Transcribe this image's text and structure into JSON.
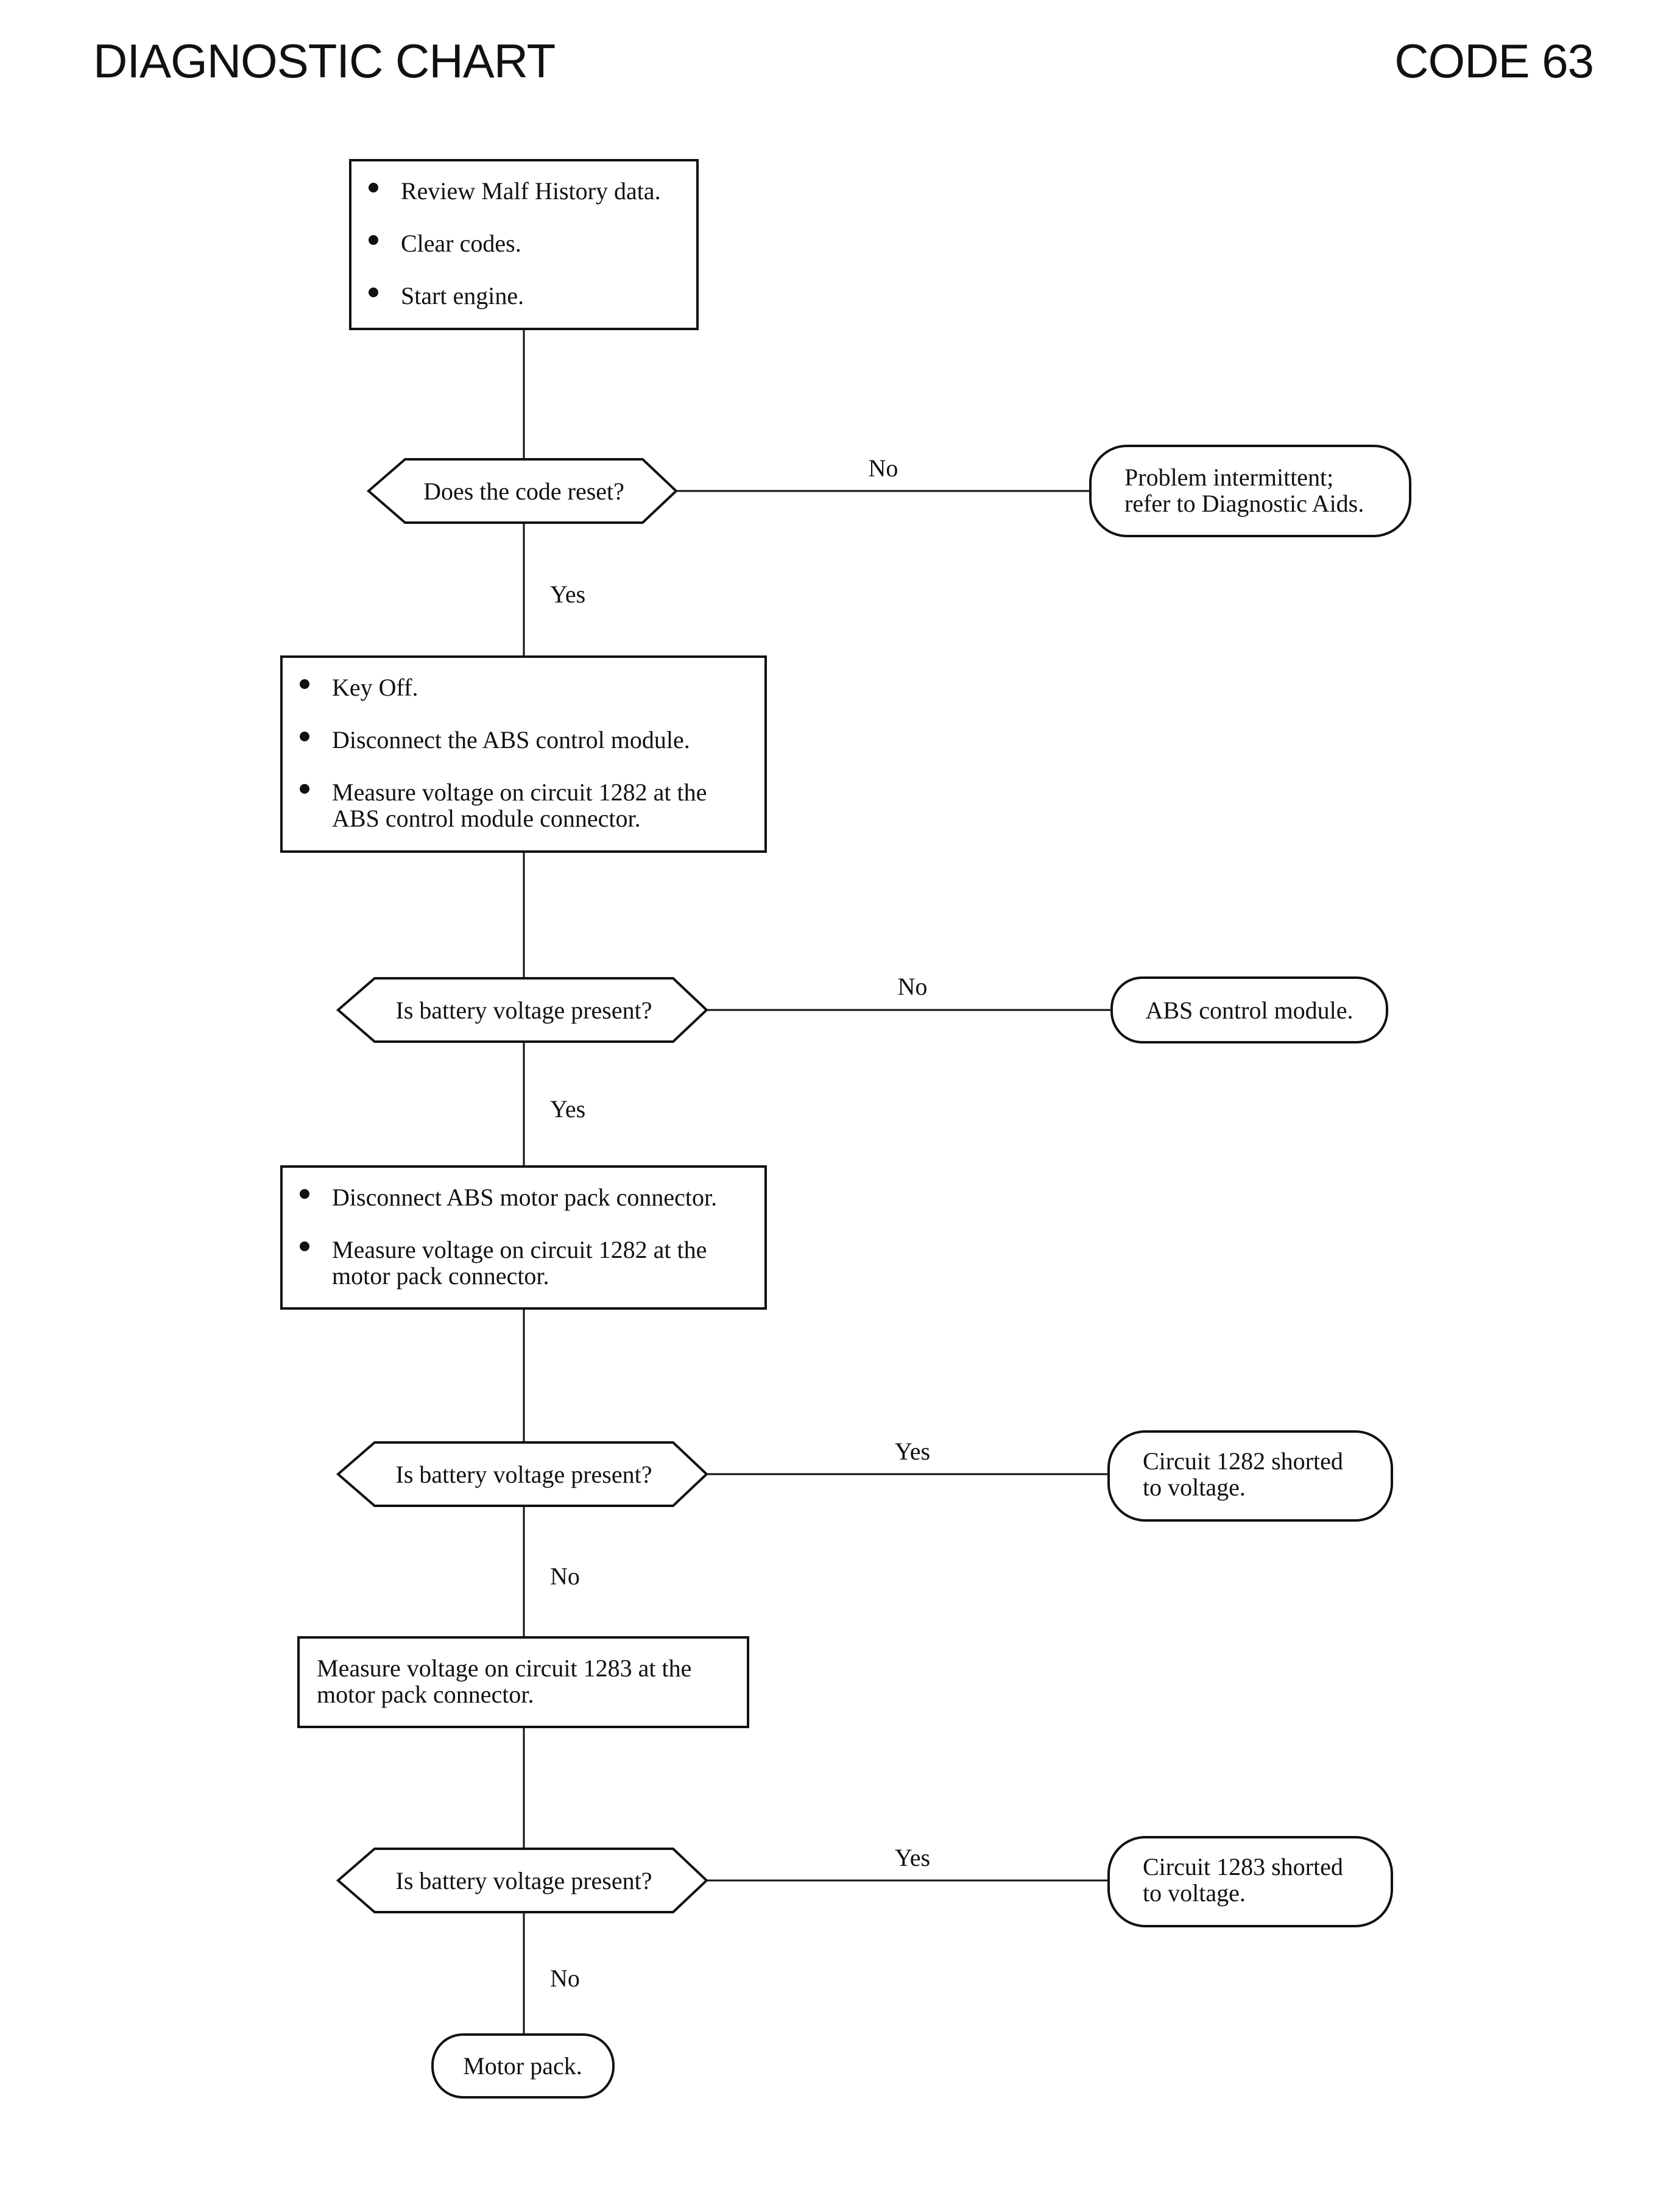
{
  "header": {
    "title": "DIAGNOSTIC CHART",
    "code": "CODE 63"
  },
  "steps": [
    {
      "items": [
        "Review Malf History data.",
        "Clear codes.",
        "Start engine."
      ]
    },
    {
      "items": [
        "Key Off.",
        "Disconnect the ABS control module.",
        "Measure voltage on circuit 1282 at the",
        "ABS control module connector."
      ]
    },
    {
      "items": [
        "Disconnect ABS motor pack connector.",
        "Measure voltage on circuit 1282 at the",
        "motor pack connector."
      ]
    },
    {
      "lines": [
        "Measure voltage on circuit 1283 at the",
        "motor pack connector."
      ]
    }
  ],
  "decisions": [
    "Does the code reset?",
    "Is battery voltage present?",
    "Is battery voltage present?",
    "Is battery voltage present?"
  ],
  "results": [
    {
      "lines": [
        "Problem intermittent;",
        "refer to Diagnostic Aids."
      ]
    },
    {
      "lines": [
        "ABS control module."
      ]
    },
    {
      "lines": [
        "Circuit 1282 shorted",
        "to voltage."
      ]
    },
    {
      "lines": [
        "Circuit 1283 shorted",
        "to voltage."
      ]
    },
    {
      "lines": [
        "Motor pack."
      ]
    }
  ],
  "branch_labels": {
    "d1_side": "No",
    "d1_down": "Yes",
    "d2_side": "No",
    "d2_down": "Yes",
    "d3_side": "Yes",
    "d3_down": "No",
    "d4_side": "Yes",
    "d4_down": "No"
  }
}
